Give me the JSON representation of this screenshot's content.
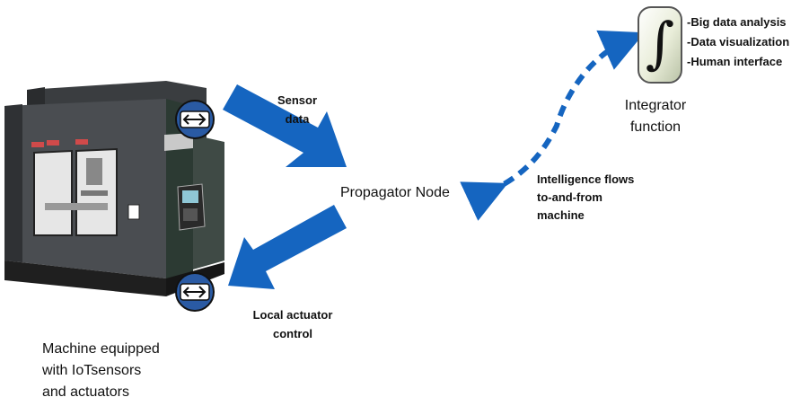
{
  "diagram": {
    "nodes": {
      "machine": {
        "label_lines": [
          "Machine equipped",
          "with IoTsensors",
          "and actuators"
        ]
      },
      "propagator": {
        "label": "Propagator Node"
      },
      "integrator": {
        "label_lines": [
          "Integrator",
          "function"
        ],
        "symbol": "∫"
      }
    },
    "edges": {
      "sensor": {
        "label_lines": [
          "Sensor",
          "data"
        ],
        "color": "#1565c0"
      },
      "actuator": {
        "label_lines": [
          "Local actuator",
          "control"
        ],
        "color": "#1565c0"
      },
      "intelligence": {
        "label_lines": [
          "Intelligence flows",
          "to-and-from",
          "machine"
        ],
        "style": "dashed",
        "color": "#1565c0"
      }
    },
    "integrator_functions": [
      "-Big data analysis",
      "-Data visualization",
      "-Human interface"
    ],
    "icons": [
      "arrow-swap-icon",
      "integral-icon"
    ]
  }
}
